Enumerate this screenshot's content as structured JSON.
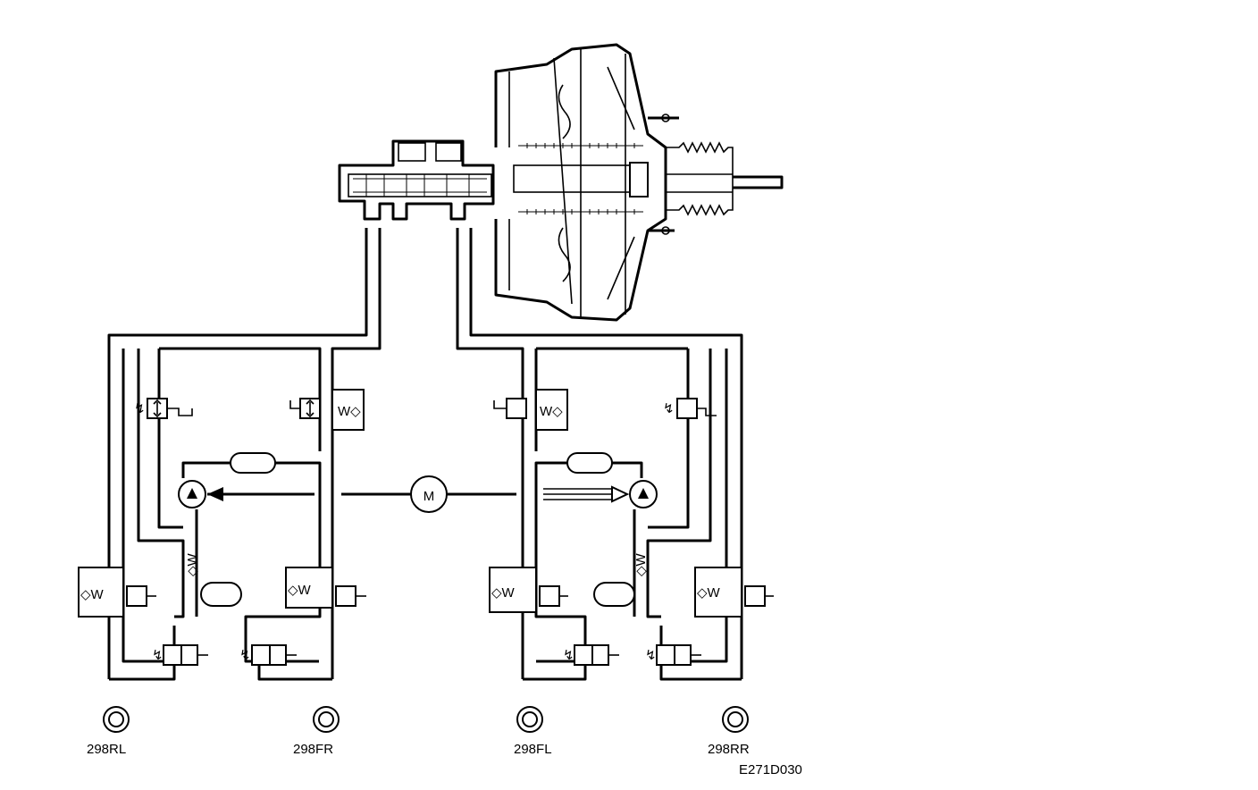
{
  "diagram": {
    "motor_label": "M",
    "wheels": [
      {
        "id": "rl",
        "label": "298RL"
      },
      {
        "id": "fr",
        "label": "298FR"
      },
      {
        "id": "fl",
        "label": "298FL"
      },
      {
        "id": "rr",
        "label": "298RR"
      }
    ],
    "figure_code": "E271D030"
  }
}
